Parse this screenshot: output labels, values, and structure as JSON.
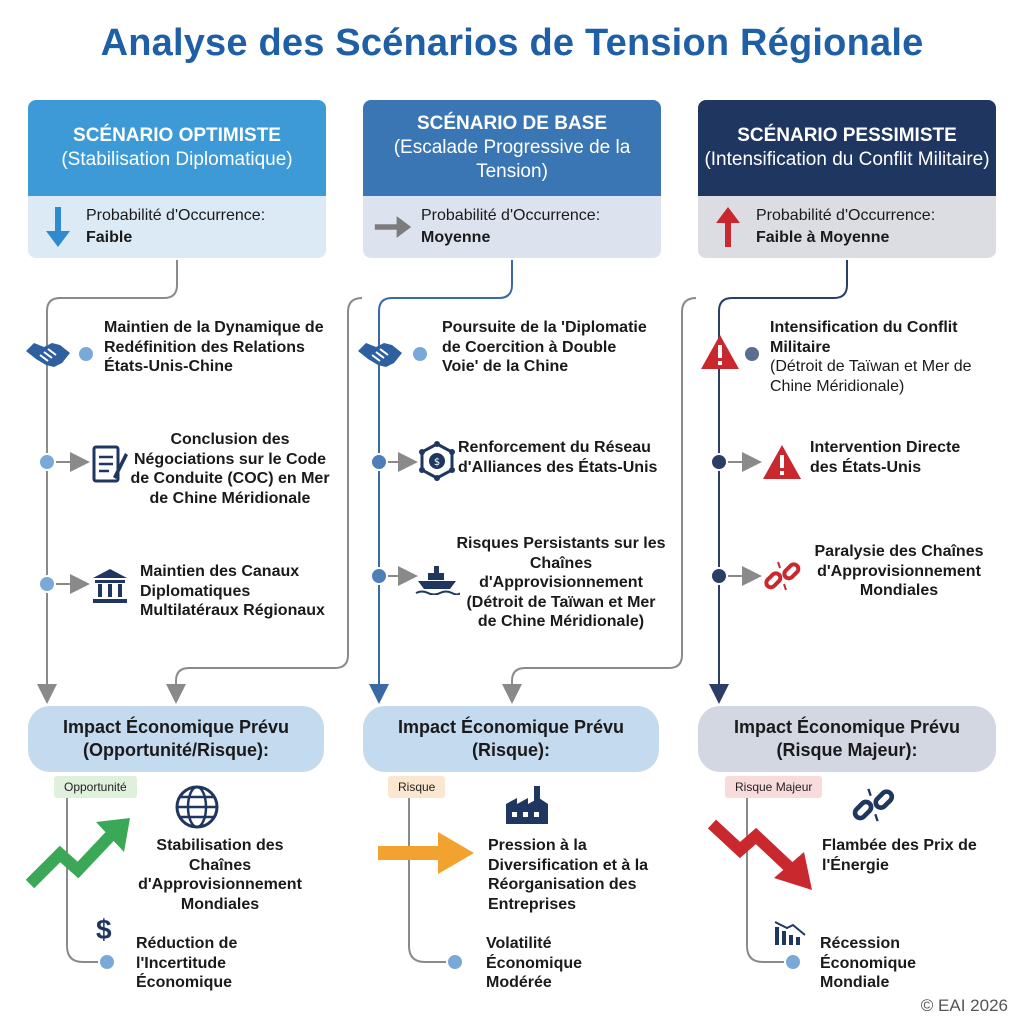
{
  "title": "Analyse des Scénarios de Tension Régionale",
  "colors": {
    "optimistic": "#3d9ad6",
    "base": "#3a76b4",
    "pessimistic": "#1e3660",
    "risk_red": "#c8282e",
    "growth_green": "#3aa856",
    "moderate_orange": "#f2a22e",
    "navy_icon": "#1e3660"
  },
  "scenarios": [
    {
      "title": "SCÉNARIO OPTIMISTE",
      "subtitle": "(Stabilisation Diplomatique)",
      "prob_label": "Probabilité d'Occurrence:",
      "prob_value": "Faible",
      "prob_icon": "arrow-down-icon",
      "steps": [
        {
          "icon": "handshake-icon",
          "text": "Maintien de la Dynamique de Redéfinition des Relations États-Unis-Chine"
        },
        {
          "icon": "document-pen-icon",
          "text": "Conclusion des Négociations sur le Code de Conduite (COC) en Mer de Chine Méridionale"
        },
        {
          "icon": "institution-icon",
          "text": "Maintien des Canaux Diplomatiques Multilatéraux Régionaux"
        }
      ],
      "impact_title": "Impact Économique Prévu",
      "impact_sub": "(Opportunité/Risque):",
      "tag": "Opportunité",
      "outcomes": [
        {
          "icon": "globe-icon",
          "text": "Stabilisation des Chaînes d'Approvisionnement Mondiales"
        },
        {
          "icon": "dollar-icon",
          "text": "Réduction de l'Incertitude Économique"
        }
      ]
    },
    {
      "title": "SCÉNARIO DE BASE",
      "subtitle": "(Escalade Progressive de la Tension)",
      "prob_label": "Probabilité d'Occurrence:",
      "prob_value": "Moyenne",
      "prob_icon": "arrow-right-icon",
      "steps": [
        {
          "icon": "handshake-icon",
          "text": "Poursuite de la 'Diplomatie de Coercition à Double Voie' de la Chine"
        },
        {
          "icon": "network-icon",
          "text": "Renforcement du Réseau d'Alliances des États-Unis"
        },
        {
          "icon": "ship-icon",
          "text": "Risques Persistants sur les Chaînes d'Approvisionnement (Détroit de Taïwan et Mer de Chine Méridionale)"
        }
      ],
      "impact_title": "Impact Économique Prévu",
      "impact_sub": "(Risque):",
      "tag": "Risque",
      "outcomes": [
        {
          "icon": "factory-icon",
          "text": "Pression à la Diversification et à la Réorganisation des Entreprises"
        },
        {
          "icon": "bullet-icon",
          "text": "Volatilité Économique Modérée"
        }
      ]
    },
    {
      "title": "SCÉNARIO PESSIMISTE",
      "subtitle": "(Intensification du Conflit Militaire)",
      "prob_label": "Probabilité d'Occurrence:",
      "prob_value": "Faible à Moyenne",
      "prob_icon": "arrow-up-icon",
      "steps": [
        {
          "icon": "warning-icon",
          "text": "Intensification du Conflit Militaire",
          "note": "(Détroit de Taïwan et Mer de Chine Méridionale)"
        },
        {
          "icon": "warning-icon",
          "text": "Intervention Directe des États-Unis"
        },
        {
          "icon": "broken-chain-icon",
          "text": "Paralysie des Chaînes d'Approvisionnement Mondiales"
        }
      ],
      "impact_title": "Impact Économique Prévu",
      "impact_sub": "(Risque Majeur):",
      "tag": "Risque Majeur",
      "outcomes": [
        {
          "icon": "broken-chain-icon",
          "text": "Flambée des Prix de l'Énergie"
        },
        {
          "icon": "falling-chart-icon",
          "text": "Récession Économique Mondiale"
        }
      ]
    }
  ],
  "credit": "© EAI 2026"
}
